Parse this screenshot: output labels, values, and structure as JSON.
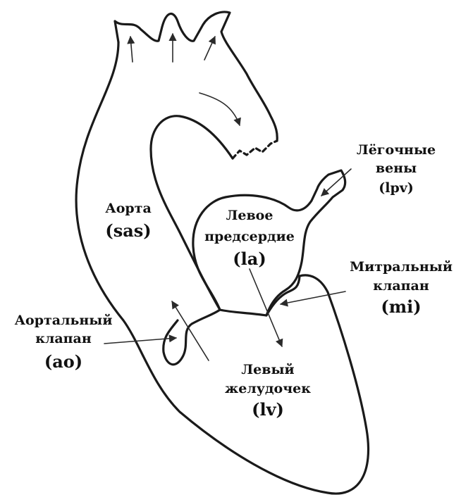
{
  "labels": {
    "pulmonary_veins": {
      "line1": "Лёгочные",
      "line2": "вены",
      "code": "(lpv)"
    },
    "aorta": {
      "line1": "Аорта",
      "code": "(sas)"
    },
    "left_atrium": {
      "line1": "Левое",
      "line2": "предсердие",
      "code": "(la)"
    },
    "mitral_valve": {
      "line1": "Митральный",
      "line2": "клапан",
      "code": "(mi)"
    },
    "aortic_valve": {
      "line1": "Аортальный",
      "line2": "клапан",
      "code": "(ao)"
    },
    "left_ventricle": {
      "line1": "Левый",
      "line2": "желудочек",
      "code": "(lv)"
    }
  },
  "colors": {
    "stroke": "#1a1a1a",
    "text": "#111111",
    "background": "#ffffff"
  }
}
